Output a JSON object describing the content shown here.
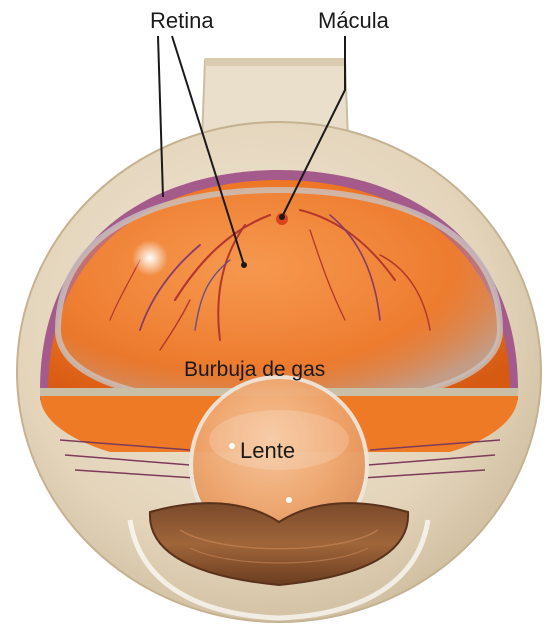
{
  "labels": {
    "retina": "Retina",
    "macula": "Mácula",
    "gas_bubble": "Burbuja de gas",
    "lens": "Lente"
  },
  "colors": {
    "background": "#ffffff",
    "sclera": "#e8dcc4",
    "retina_orange": "#ef7a25",
    "vessel": "#b3372c",
    "vessel_blue": "#6a4c8a",
    "label_text": "#1a1a1a"
  }
}
